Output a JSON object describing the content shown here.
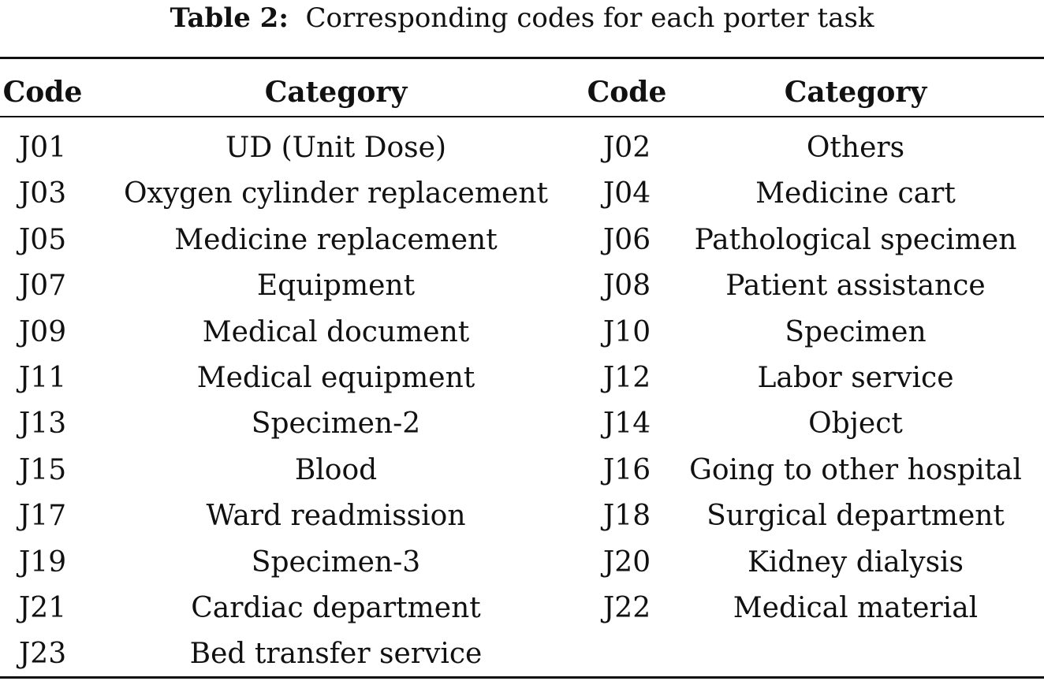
{
  "caption": {
    "label": "Table 2:",
    "text": "Corresponding codes for each porter task"
  },
  "table": {
    "headers": [
      "Code",
      "Category",
      "Code",
      "Category"
    ],
    "rows": [
      [
        "J01",
        "UD (Unit Dose)",
        "J02",
        "Others"
      ],
      [
        "J03",
        "Oxygen cylinder replacement",
        "J04",
        "Medicine cart"
      ],
      [
        "J05",
        "Medicine replacement",
        "J06",
        "Pathological specimen"
      ],
      [
        "J07",
        "Equipment",
        "J08",
        "Patient assistance"
      ],
      [
        "J09",
        "Medical document",
        "J10",
        "Specimen"
      ],
      [
        "J11",
        "Medical equipment",
        "J12",
        "Labor service"
      ],
      [
        "J13",
        "Specimen-2",
        "J14",
        "Object"
      ],
      [
        "J15",
        "Blood",
        "J16",
        "Going to other hospital"
      ],
      [
        "J17",
        "Ward readmission",
        "J18",
        "Surgical department"
      ],
      [
        "J19",
        "Specimen-3",
        "J20",
        "Kidney dialysis"
      ],
      [
        "J21",
        "Cardiac department",
        "J22",
        "Medical material"
      ],
      [
        "J23",
        "Bed transfer service",
        "",
        ""
      ]
    ]
  }
}
